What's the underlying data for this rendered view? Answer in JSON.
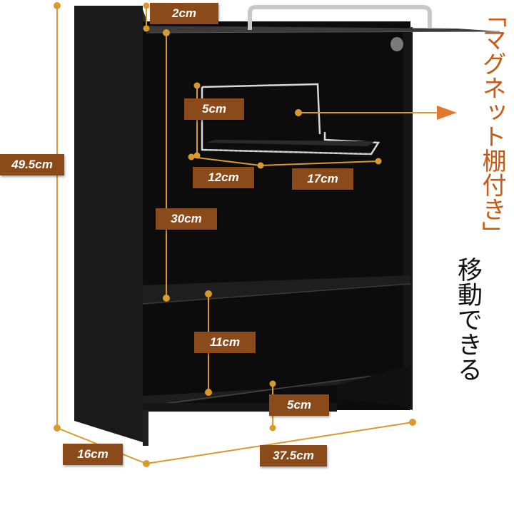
{
  "product": {
    "title_text": "「マグネット棚付き」",
    "subtitle_text": "移動できる"
  },
  "dimensions": {
    "height_total": "49.5cm",
    "top_lip": "2cm",
    "shelf_height": "5cm",
    "shelf_depth": "12cm",
    "shelf_width": "17cm",
    "upper_space": "30cm",
    "lower_space": "11cm",
    "base_gap": "5cm",
    "depth": "16cm",
    "width": "37.5cm"
  },
  "colors": {
    "cabinet": "#0e0e0e",
    "cabinet_side": "#1c1c1c",
    "label_bg": "#8a4a1a",
    "guide_line": "#d99a2b",
    "title_orange": "#c85a14",
    "arrow": "#e07830"
  }
}
